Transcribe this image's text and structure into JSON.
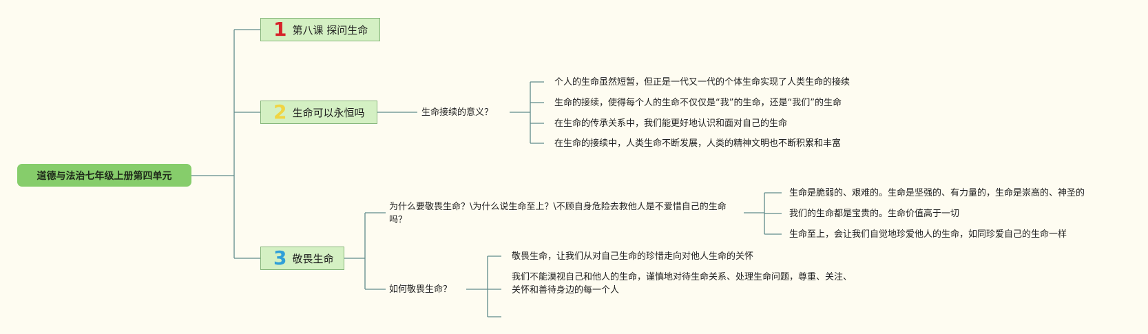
{
  "root": "道德与法治七年级上册第四单元",
  "topics": [
    {
      "num": "1",
      "num_color": "#d6232a",
      "label": "第八课 探问生命"
    },
    {
      "num": "2",
      "num_color": "#f0d543",
      "label": "生命可以永恒吗"
    },
    {
      "num": "3",
      "num_color": "#2f9fd8",
      "label": "敬畏生命"
    }
  ],
  "t2": {
    "question": "生命接续的意义？",
    "answers": [
      "个人的生命虽然短暂，但正是一代又一代的个体生命实现了人类生命的接续",
      "生命的接续，使得每个人的生命不仅仅是“我”的生命，还是“我们”的生命",
      "在生命的传承关系中，我们能更好地认识和面对自己的生命",
      "在生命的接续中，人类生命不断发展，人类的精神文明也不断积累和丰富"
    ]
  },
  "t3": {
    "q1": "为什么要敬畏生命？\\为什么说生命至上？\\不顾自身危险去救他人是不爱惜自己的生命吗？",
    "q1_answers": [
      "生命是脆弱的、艰难的。生命是坚强的、有力量的，生命是崇高的、神圣的",
      "我们的生命都是宝贵的。生命价值高于一切",
      "生命至上，会让我们自觉地珍爱他人的生命，如同珍爱自己的生命一样"
    ],
    "q2": "如何敬畏生命？",
    "q2_answers": [
      "敬畏生命，让我们从对自己生命的珍惜走向对他人生命的关怀",
      "我们不能漠视自己和他人的生命，谨慎地对待生命关系、处理生命问题，尊重、关注、关怀和善待身边的每一个人"
    ]
  },
  "colors": {
    "line": "#5f8a8b",
    "topic_fill": "#d4f0c3",
    "root_fill": "#86cd6b",
    "background": "#fefcf1"
  }
}
